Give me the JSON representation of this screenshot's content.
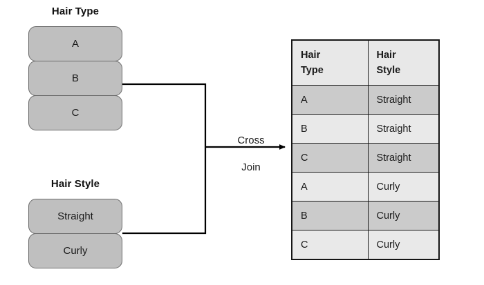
{
  "diagram": {
    "title_hair_type": "Hair Type",
    "title_hair_style": "Hair Style",
    "hair_type_values": [
      "A",
      "B",
      "C"
    ],
    "hair_style_values": [
      "Straight",
      "Curly"
    ],
    "operation_label_line1": "Cross",
    "operation_label_line2": "Join",
    "colors": {
      "box_fill": "#bfbfbf",
      "box_stroke": "#6b6b6b",
      "line": "#000000",
      "table_border": "#151515",
      "row_shaded": "#cbcbcb",
      "row_plain": "#e9e9e9",
      "header_fill": "#e8e8e8",
      "background": "#ffffff"
    }
  },
  "result_table": {
    "headers": [
      {
        "word1": "Hair",
        "word2": "Type"
      },
      {
        "word1": "Hair",
        "word2": "Style"
      }
    ],
    "rows": [
      {
        "hair_type": "A",
        "hair_style": "Straight",
        "shaded": true
      },
      {
        "hair_type": "B",
        "hair_style": "Straight",
        "shaded": false
      },
      {
        "hair_type": "C",
        "hair_style": "Straight",
        "shaded": true
      },
      {
        "hair_type": "A",
        "hair_style": "Curly",
        "shaded": false
      },
      {
        "hair_type": "B",
        "hair_style": "Curly",
        "shaded": true
      },
      {
        "hair_type": "C",
        "hair_style": "Curly",
        "shaded": false
      }
    ]
  }
}
